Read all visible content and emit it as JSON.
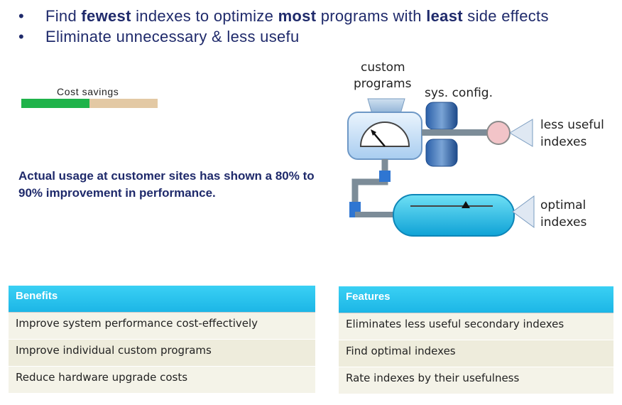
{
  "bullets": {
    "dot": "•",
    "line1": {
      "a": "Find ",
      "b": "fewest",
      "c": " indexes to optimize ",
      "d": "most",
      "e": " programs with ",
      "f": "least",
      "g": " side effects"
    },
    "line2": "Eliminate unnecessary & less usefu"
  },
  "cost": {
    "label": "Cost savings",
    "progress": 0.5
  },
  "usage_text": "Actual usage at customer sites has shown a 80% to 90% improvement in performance.",
  "diagram": {
    "custom_programs": [
      "custom",
      "programs"
    ],
    "sys_config": "sys. config.",
    "less_useful": [
      "less useful",
      "indexes"
    ],
    "optimal": [
      "optimal",
      "indexes"
    ]
  },
  "benefits": {
    "title": "Benefits",
    "items": [
      "Improve system performance cost-effectively",
      "Improve individual custom programs",
      "Reduce hardware upgrade costs"
    ]
  },
  "features": {
    "title": "Features",
    "items": [
      "Eliminates less useful secondary indexes",
      "Find optimal indexes",
      "Rate indexes by their usefulness"
    ]
  }
}
